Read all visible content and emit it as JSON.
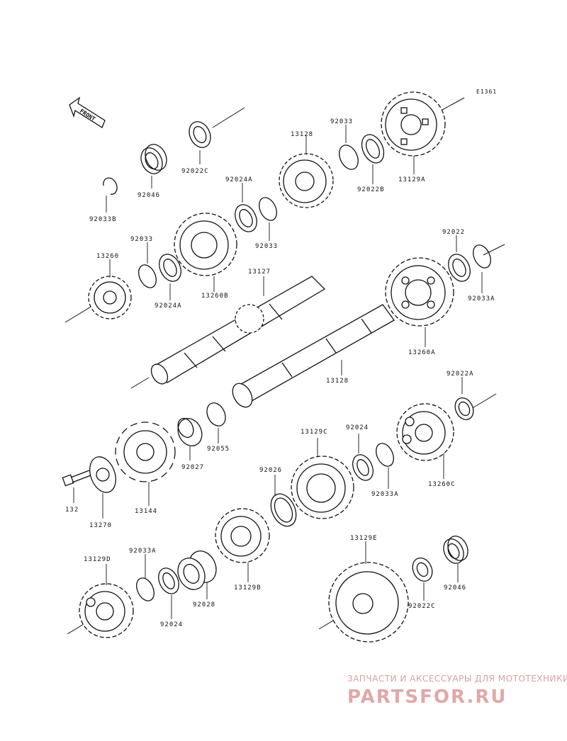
{
  "figure_code": "E1361",
  "front_label": "FRONT",
  "watermark": {
    "tagline": "ЗАПЧАСТИ И АКСЕССУАРЫ ДЛЯ МОТОТЕХНИКИ",
    "brand": "PARTSFOR.RU"
  },
  "callouts": [
    {
      "id": "c1",
      "label": "92022C"
    },
    {
      "id": "c2",
      "label": "92046"
    },
    {
      "id": "c3",
      "label": "92033B"
    },
    {
      "id": "c4",
      "label": "13128"
    },
    {
      "id": "c5",
      "label": "92033"
    },
    {
      "id": "c6",
      "label": "92022B"
    },
    {
      "id": "c7",
      "label": "13129A"
    },
    {
      "id": "c8",
      "label": "92024A"
    },
    {
      "id": "c9",
      "label": "92033"
    },
    {
      "id": "c10",
      "label": "92033"
    },
    {
      "id": "c11",
      "label": "13260"
    },
    {
      "id": "c12",
      "label": "92024A"
    },
    {
      "id": "c13",
      "label": "13260B"
    },
    {
      "id": "c14",
      "label": "13127"
    },
    {
      "id": "c15",
      "label": "92022"
    },
    {
      "id": "c16",
      "label": "92033A"
    },
    {
      "id": "c17",
      "label": "13260A"
    },
    {
      "id": "c18",
      "label": "13128"
    },
    {
      "id": "c19",
      "label": "92022A"
    },
    {
      "id": "c20",
      "label": "92027"
    },
    {
      "id": "c21",
      "label": "92055"
    },
    {
      "id": "c22",
      "label": "13129C"
    },
    {
      "id": "c23",
      "label": "92024"
    },
    {
      "id": "c24",
      "label": "92033A"
    },
    {
      "id": "c25",
      "label": "13260C"
    },
    {
      "id": "c26",
      "label": "132"
    },
    {
      "id": "c27",
      "label": "13270"
    },
    {
      "id": "c28",
      "label": "13144"
    },
    {
      "id": "c29",
      "label": "92026"
    },
    {
      "id": "c30",
      "label": "13129B"
    },
    {
      "id": "c31",
      "label": "13129D"
    },
    {
      "id": "c32",
      "label": "92033A"
    },
    {
      "id": "c33",
      "label": "92024"
    },
    {
      "id": "c34",
      "label": "92028"
    },
    {
      "id": "c35",
      "label": "13129E"
    },
    {
      "id": "c36",
      "label": "92022C"
    },
    {
      "id": "c37",
      "label": "92046"
    }
  ]
}
